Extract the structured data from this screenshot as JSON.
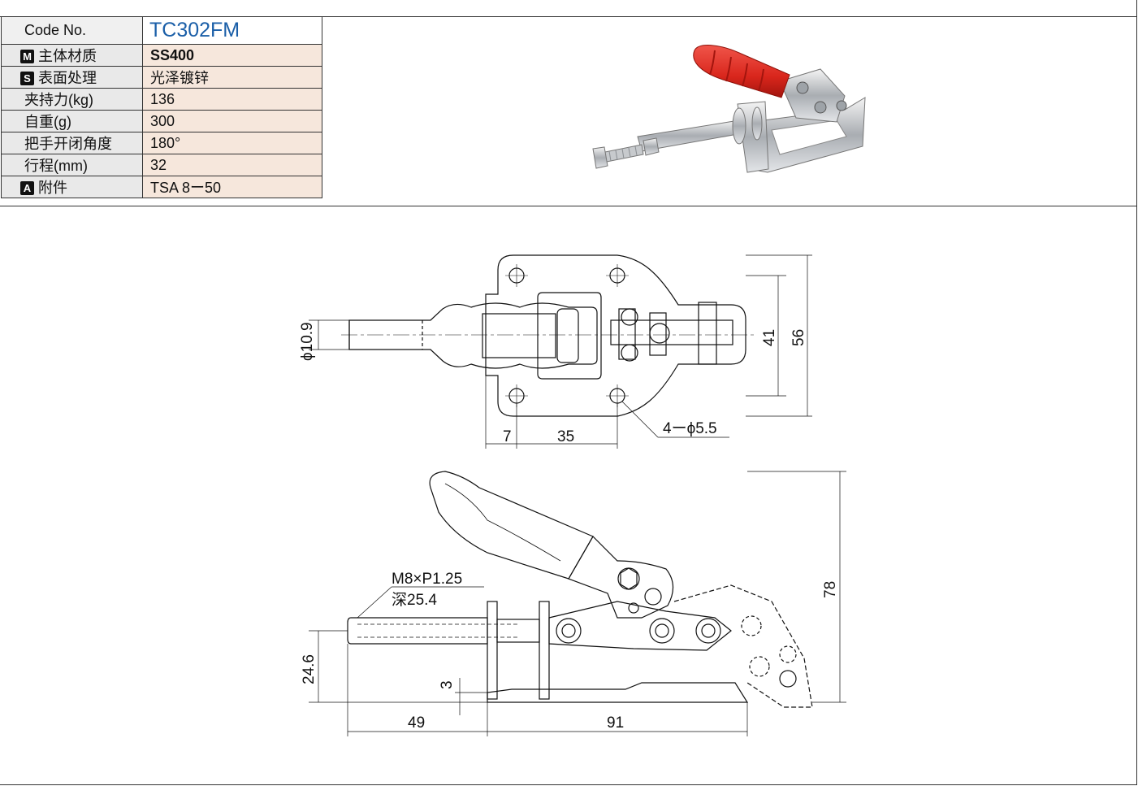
{
  "spec": {
    "code_label": "Code No.",
    "code_value": "TC302FM",
    "rows": [
      {
        "badge": "M",
        "label": "主体材质",
        "value": "SS400",
        "bold": true
      },
      {
        "badge": "S",
        "label": "表面处理",
        "value": "光泽镀锌"
      },
      {
        "label": "夹持力(kg)",
        "value": "136"
      },
      {
        "label": "自重(g)",
        "value": "300"
      },
      {
        "label": "把手开闭角度",
        "value": "180°"
      },
      {
        "label": "行程(mm)",
        "value": "32"
      },
      {
        "badge": "A",
        "label": "附件",
        "value": "TSA 8ー50"
      }
    ]
  },
  "drawing": {
    "top_view": {
      "dia_label": "ϕ10.9",
      "dim_41": "41",
      "dim_56": "56",
      "dim_7": "7",
      "dim_35": "35",
      "hole_label": "4ーϕ5.5"
    },
    "side_view": {
      "thread_label": "M8×P1.25",
      "depth_label": "深25.4",
      "dim_78": "78",
      "dim_24_6": "24.6",
      "dim_3": "3",
      "dim_49": "49",
      "dim_91": "91"
    }
  },
  "colors": {
    "handle_grip": "#d9261c",
    "code_text": "#1b5fa8",
    "key_bg": "#e9e9e9",
    "value_bg": "#f6e7dc"
  }
}
